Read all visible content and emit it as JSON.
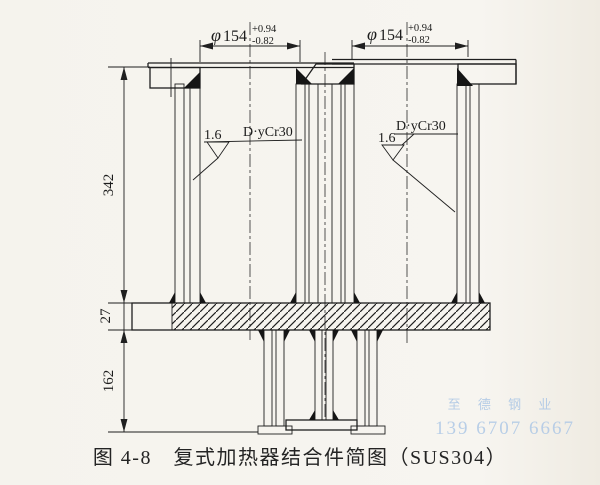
{
  "page": {
    "background": "#f6f4ee",
    "ink_color": "#1f1f1f",
    "watermark_color": "#aec8e6"
  },
  "drawing": {
    "dim_top_left": {
      "prefix": "φ",
      "value": "154",
      "tol_plus": "+0.94",
      "tol_minus": "-0.82"
    },
    "dim_top_right": {
      "prefix": "φ",
      "value": "154",
      "tol_plus": "+0.94",
      "tol_minus": "-0.82"
    },
    "dim_height_upper": "342",
    "dim_plate_thickness": "27",
    "dim_height_lower": "162",
    "finish_left": {
      "roughness": "1.6",
      "note": "D·yCr30"
    },
    "finish_right": {
      "roughness": "1.6",
      "note": "D·yCr30"
    }
  },
  "caption": "图 4-8　复式加热器结合件简图（SUS304）",
  "watermark": {
    "line1": "至 德 钢 业",
    "line2": "139 6707 6667"
  }
}
